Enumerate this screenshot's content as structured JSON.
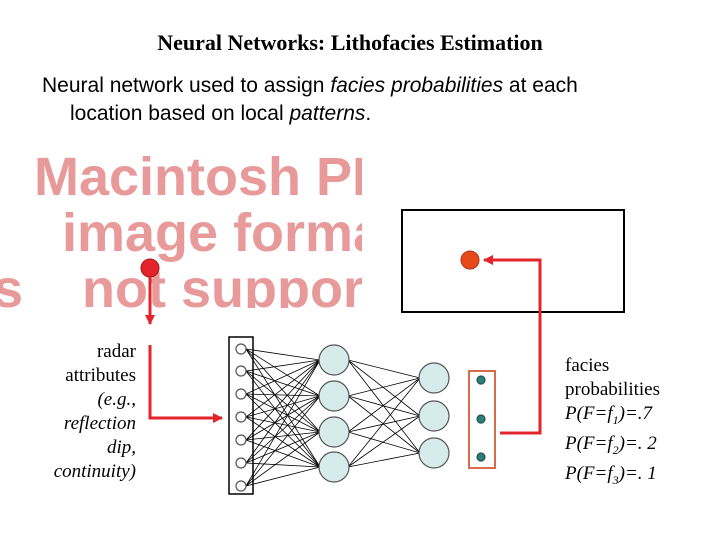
{
  "title": "Neural Networks: Lithofacies Estimation",
  "intro": {
    "line1_a": "Neural network used to assign ",
    "line1_em": "facies probabilities",
    "line1_b": " at each",
    "line2_a": "location based on local ",
    "line2_em": "patterns",
    "line2_b": "."
  },
  "placeholder_image": {
    "line1": "Macintosh PICT",
    "line2": "image format",
    "line3_a": "is",
    "line3_b": "not supported"
  },
  "input_label": {
    "line1": "radar",
    "line2": "attributes",
    "line3": "(e.g.,",
    "line4": "reflection",
    "line5": "dip,",
    "line6": "continuity)"
  },
  "output_label": {
    "line1": "facies",
    "line2": "probabilities",
    "p1_pre": "P(F=f",
    "p1_sub": "1",
    "p1_post": ")=.7",
    "p2_pre": "P(F=f",
    "p2_sub": "2",
    "p2_post": ")=. 2",
    "p3_pre": "P(F=f",
    "p3_sub": "3",
    "p3_post": ")=. 1"
  },
  "colors": {
    "arrow": "#e3242b",
    "point": "#e64a19",
    "node_fill": "#d6ecea",
    "output_dot": "#2e7d7a",
    "output_box": "#d86b4a",
    "placeholder_text": "#e89a9a"
  }
}
